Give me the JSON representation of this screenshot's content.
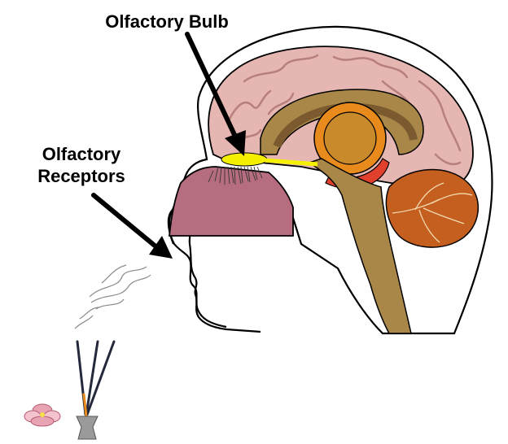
{
  "labels": {
    "bulb": "Olfactory Bulb",
    "receptors_line1": "Olfactory",
    "receptors_line2": "Receptors"
  },
  "colors": {
    "cerebrum": "#e6b6b3",
    "cerebrum_gyri": "#b77f7e",
    "brainstem": "#a88748",
    "corpus_callosum": "#7a5a2e",
    "thalamus": "#c88a2a",
    "thalamus_ring": "#e98a1c",
    "red_structure": "#e0402c",
    "cerebellum": "#c45f1f",
    "nasal_cavity": "#b76d80",
    "olfactory_bulb": "#f4f000",
    "arrow": "#000000",
    "head_outline": "#000000",
    "incense_stick": "#23283a",
    "incense_holder": "#9a9a9a",
    "flower": "#e9a4b4"
  },
  "icons": [
    "incense-sticks-icon",
    "incense-holder-icon",
    "lotus-flower-icon",
    "smoke-swirl-icon"
  ]
}
